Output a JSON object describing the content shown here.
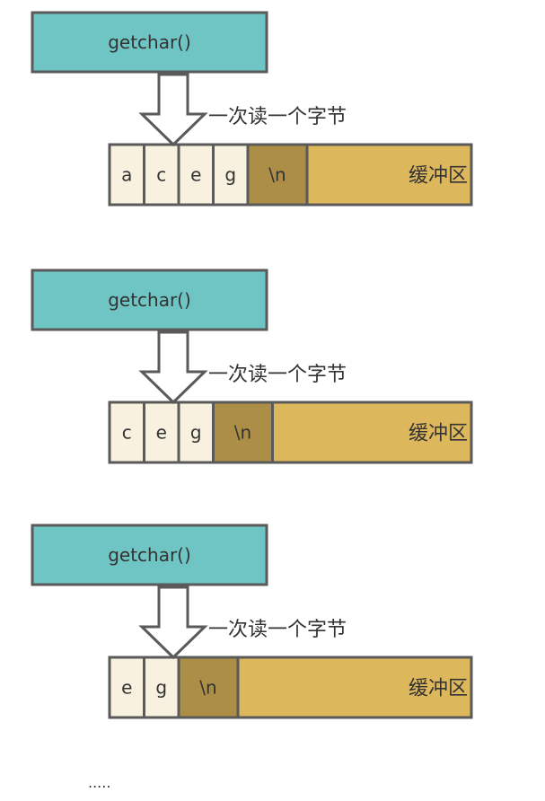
{
  "colors": {
    "func_box_fill": "#6fc4c4",
    "stroke": "#5a5a5a",
    "cell_fill": "#f8f1df",
    "newline_fill": "#ad8e47",
    "buffer_fill": "#ddb75c",
    "arrow_fill": "#ffffff",
    "text": "#333333"
  },
  "steps": [
    {
      "function_label": "getchar()",
      "read_note": "一次读一个字节",
      "cells": [
        "a",
        "c",
        "e",
        "g"
      ],
      "newline_label": "\\n",
      "buffer_label": "缓冲区"
    },
    {
      "function_label": "getchar()",
      "read_note": "一次读一个字节",
      "cells": [
        "c",
        "e",
        "g"
      ],
      "newline_label": "\\n",
      "buffer_label": "缓冲区"
    },
    {
      "function_label": "getchar()",
      "read_note": "一次读一个字节",
      "cells": [
        "e",
        "g"
      ],
      "newline_label": "\\n",
      "buffer_label": "缓冲区"
    }
  ],
  "ellipsis": "....."
}
